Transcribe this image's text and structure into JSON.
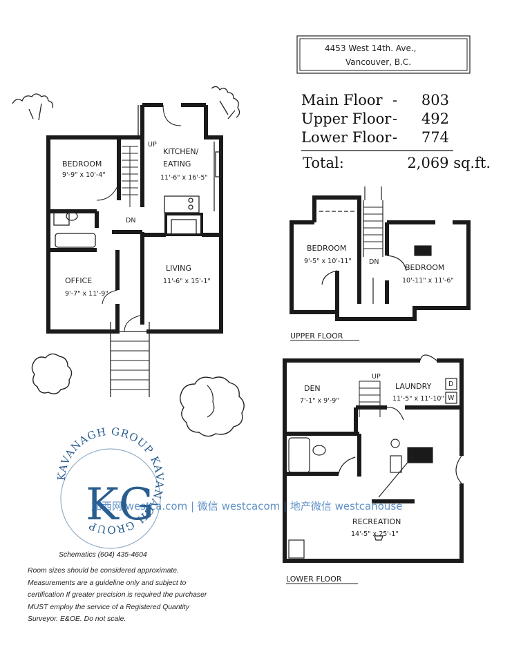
{
  "address": {
    "line1": "4453 West 14th. Ave.,",
    "line2": "Vancouver, B.C."
  },
  "square_footage": {
    "rows": [
      {
        "label": "Main Floor",
        "dash": "-",
        "value": "803"
      },
      {
        "label": "Upper Floor",
        "dash": "-",
        "value": "492"
      },
      {
        "label": "Lower Floor",
        "dash": "-",
        "value": "774"
      }
    ],
    "total_label": "Total:",
    "total_value": "2,069 sq.ft."
  },
  "main_floor": {
    "rooms": [
      {
        "name": "BEDROOM",
        "size": "9'-9\" x 10'-4\""
      },
      {
        "name": "KITCHEN/",
        "name2": "EATING",
        "size": "11'-6\" x 16'-5\""
      },
      {
        "name": "OFFICE",
        "size": "9'-7\" x 11'-9\""
      },
      {
        "name": "LIVING",
        "size": "11'-6\" x 15'-1\""
      }
    ],
    "stair_up": "UP",
    "stair_down": "DN"
  },
  "upper_floor": {
    "label": "UPPER FLOOR",
    "rooms": [
      {
        "name": "BEDROOM",
        "size": "9'-5\" x 10'-11\""
      },
      {
        "name": "BEDROOM",
        "size": "10'-11\" x 11'-6\""
      }
    ],
    "stair_down": "DN"
  },
  "lower_floor": {
    "label": "LOWER FLOOR",
    "rooms": [
      {
        "name": "DEN",
        "size": "7'-1\" x 9'-9\""
      },
      {
        "name": "LAUNDRY",
        "size": "11'-5\" x 11'-10\""
      },
      {
        "name": "RECREATION",
        "size": "14'-5\" x 25'-1\""
      }
    ],
    "stair_up": "UP",
    "appliance_dryer": "D",
    "appliance_washer": "W"
  },
  "logo": {
    "ring_text": "KAVANAGH GROUP KAVANAGH GROUP",
    "monogram": "KG"
  },
  "watermark": "加西网 westca.com | 微信 westcacom | 地产微信 westcahouse",
  "footer": {
    "schematics": "Schematics  (604) 435-4604",
    "disclaimer": "Room sizes should be considered approximate. Measurements are a guideline only and subject to certification If greater precision is required the purchaser MUST employ the service of a Registered Quantity Surveyor.  E&OE.  Do not scale."
  },
  "colors": {
    "wall": "#1a1a1a",
    "logo": "#2a5d8f",
    "watermark": "#2b6db3"
  }
}
